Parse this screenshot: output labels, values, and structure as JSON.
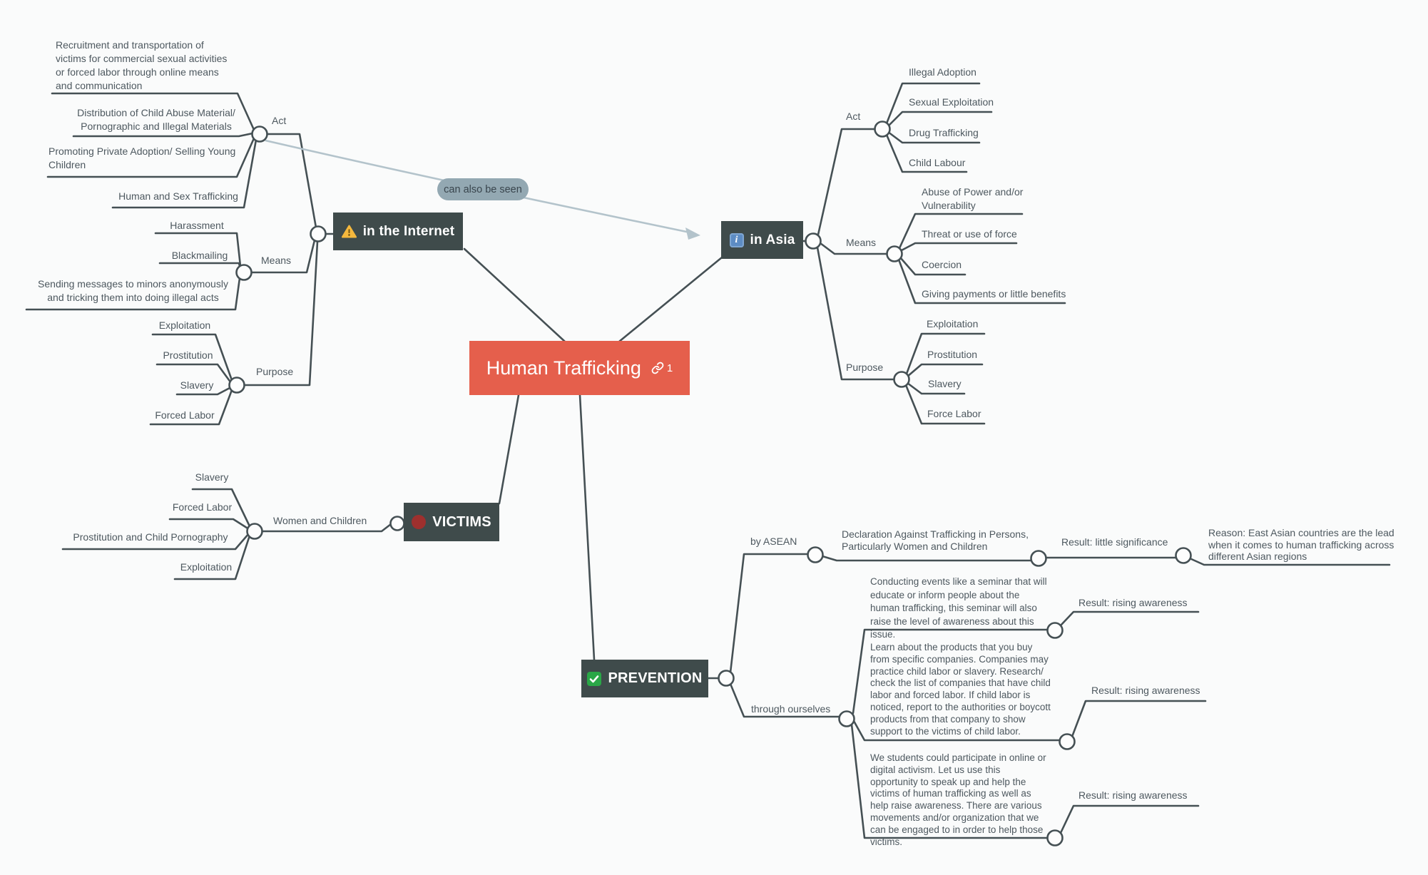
{
  "center_node": {
    "label": "Human Trafficking",
    "badge": "1"
  },
  "note": {
    "label": "can also be seen"
  },
  "internet": {
    "title": "in the Internet",
    "act": {
      "label": "Act",
      "items": [
        "Recruitment and transportation of victims for commercial sexual activities or forced labor through online means and communication",
        "Distribution of Child Abuse Material/ Pornographic and Illegal Materials",
        "Promoting Private Adoption/ Selling Young Children",
        "Human and Sex Trafficking"
      ]
    },
    "means": {
      "label": "Means",
      "items": [
        "Harassment",
        "Blackmailing",
        "Sending messages to minors anonymously and tricking them into doing illegal acts"
      ]
    },
    "purpose": {
      "label": "Purpose",
      "items": [
        "Exploitation",
        "Prostitution",
        "Slavery",
        "Forced Labor"
      ]
    }
  },
  "asia": {
    "title": "in Asia",
    "act": {
      "label": "Act",
      "items": [
        "Illegal Adoption",
        "Sexual Exploitation",
        "Drug Trafficking",
        "Child Labour"
      ]
    },
    "means": {
      "label": "Means",
      "items": [
        "Abuse of Power and/or Vulnerability",
        "Threat or use of force",
        "Coercion",
        "Giving payments or little benefits"
      ]
    },
    "purpose": {
      "label": "Purpose",
      "items": [
        "Exploitation",
        "Prostitution",
        "Slavery",
        "Force Labor"
      ]
    }
  },
  "victims": {
    "title": "VICTIMS",
    "group": "Women and Children",
    "items": [
      "Slavery",
      "Forced Labor",
      "Prostitution and Child Pornography",
      "Exploitation"
    ]
  },
  "prevention": {
    "title": "PREVENTION",
    "asean": {
      "label": "by ASEAN",
      "action": "Declaration Against Trafficking in Persons, Particularly Women and Children",
      "result": "Result: little significance",
      "reason": "Reason:  East Asian countries are the lead when it comes to human trafficking across different Asian regions"
    },
    "ourselves": {
      "label": "through ourselves",
      "actions": [
        {
          "text": "Conducting events like a seminar that will educate or inform people about the human trafficking, this seminar will also raise the level of awareness about this issue.",
          "result": "Result: rising awareness"
        },
        {
          "text": "Learn about the products that you buy from specific companies. Companies may practice child labor or slavery. Research/ check the list of companies that have child labor and forced labor. If child labor is noticed, report to the authorities or boycott products from that company to show support to the victims of child labor.",
          "result": "Result: rising awareness"
        },
        {
          "text": "We students could participate in online or digital activism. Let us use this opportunity to speak up and help the victims of human trafficking as well as help raise awareness. There are various movements and/or organization that we can be engaged to in order to help those victims.",
          "result": "Result: rising awareness"
        }
      ]
    }
  },
  "colors": {
    "node_bg": "#3f4b4b",
    "center_bg": "#e55f4c",
    "line": "#455054",
    "text": "#4d585f",
    "note_bg": "#93a8b2",
    "arrow": "#b3c3cb",
    "warning": "#f5b83d",
    "info": "#5d8cc4",
    "victims_dot": "#9e302e",
    "check": "#2aa747"
  }
}
